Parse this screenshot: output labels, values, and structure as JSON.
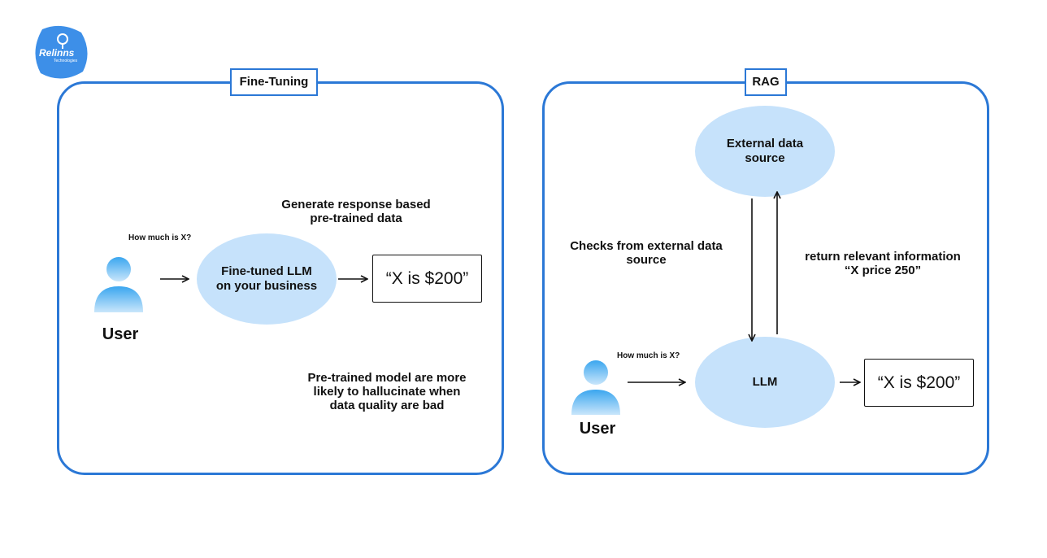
{
  "logo": {
    "text": "Relinns",
    "subtext": "Technologies",
    "color": "#3d8fe8"
  },
  "colors": {
    "accent": "#2b78d6",
    "bubble": "#c6e2fb"
  },
  "fine_tuning": {
    "title": "Fine-Tuning",
    "question": "How much is X?",
    "user_label": "User",
    "llm_label": "Fine-tuned LLM\non your business",
    "answer": "“X is $200”",
    "note_top": "Generate response based\npre-trained data",
    "note_bottom": "Pre-trained model are more\nlikely to hallucinate when\ndata quality are bad"
  },
  "rag": {
    "title": "RAG",
    "source_label": "External data\nsource",
    "checks_label": "Checks from external data\nsource",
    "return_label": "return relevant information\n“X price 250”",
    "question": "How much is X?",
    "user_label": "User",
    "llm_label": "LLM",
    "answer": "“X is $200”"
  }
}
